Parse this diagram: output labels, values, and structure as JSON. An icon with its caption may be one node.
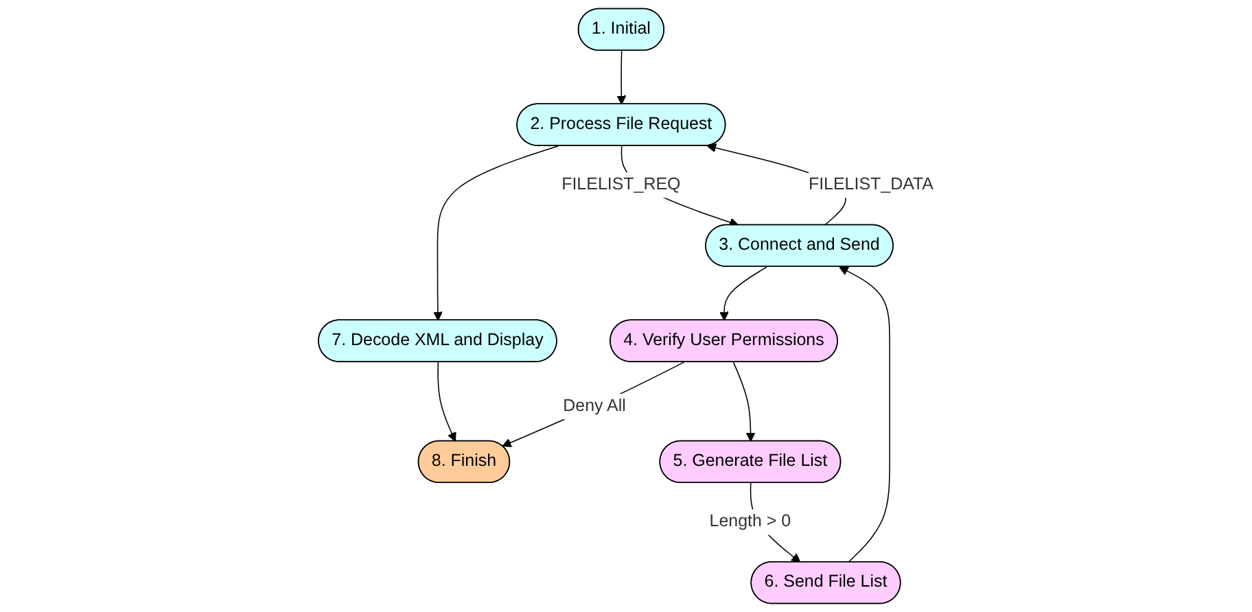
{
  "diagram": {
    "nodes": [
      {
        "text": [
          "1. Initial"
        ]
      },
      {
        "text": [
          "2. Process File Request"
        ]
      },
      {
        "text": [
          "3. Connect and Send"
        ]
      },
      {
        "text": [
          "7. Decode XML and Display"
        ]
      },
      {
        "text": [
          "4. Verify User Permissions"
        ]
      },
      {
        "text": [
          "6. Send File List"
        ]
      },
      {
        "text": [
          "8. Finish"
        ]
      },
      {
        "text": [
          "5. Generate File List"
        ]
      }
    ],
    "edges": [
      {
        "from": 0,
        "to": 1,
        "arrow": "to"
      },
      {
        "from": 1,
        "to": 2,
        "arrow": "to",
        "label": "FILELIST_REQ"
      },
      {
        "from": 2,
        "to": 1,
        "arrow": "to",
        "label": "FILELIST_DATA"
      },
      {
        "from": 1,
        "to": 3,
        "arrow": "to"
      },
      {
        "from": 2,
        "to": 4,
        "arrow": "to"
      },
      {
        "from": 5,
        "to": 2,
        "arrow": "to"
      },
      {
        "from": 3,
        "to": 6,
        "arrow": "to"
      },
      {
        "from": 4,
        "to": 6,
        "arrow": "to",
        "label": "Deny All"
      },
      {
        "from": 4,
        "to": 7,
        "arrow": "to"
      },
      {
        "from": 7,
        "to": 5,
        "arrow": "to",
        "label": "Length > 0"
      }
    ]
  }
}
